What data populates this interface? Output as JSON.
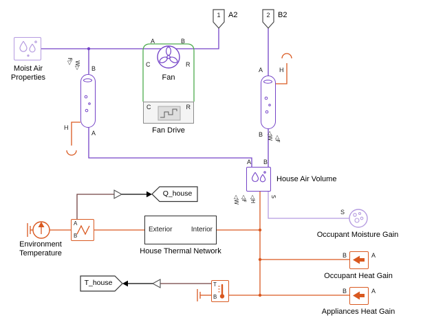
{
  "colors": {
    "moist_air": "#7342c7",
    "moist_air_light": "#b49ae0",
    "thermal": "#d9581f",
    "mechanical_rotational": "#4cab4c",
    "physical_signal": "#704040",
    "signal": "#000000"
  },
  "ports": {
    "a2": {
      "number": "1",
      "label": "A2"
    },
    "b2": {
      "number": "2",
      "label": "B2"
    }
  },
  "blocks": {
    "moist_air_properties": {
      "label": "Moist Air\nProperties"
    },
    "fan": {
      "label": "Fan",
      "port_a": "A",
      "port_b": "B",
      "port_c": "C",
      "port_r": "R"
    },
    "fan_drive": {
      "label": "Fan Drive",
      "port_c": "C",
      "port_r": "R"
    },
    "supply_pipe": {
      "port_b": "B",
      "port_a": "A",
      "port_h": "H",
      "port_f": "F▷",
      "port_w": "W▷"
    },
    "return_pipe": {
      "port_a": "A",
      "port_b": "B",
      "port_h": "H",
      "port_w": "◁W",
      "port_f": "◁F"
    },
    "house_air_volume": {
      "label": "House Air Volume",
      "port_a": "A",
      "port_b": "B",
      "port_w": "◁W",
      "port_f": "◁F",
      "port_h": "◁H",
      "port_s": "S"
    },
    "q_house_tag": {
      "label": "Q_house"
    },
    "t_house_tag": {
      "label": "T_house"
    },
    "environment_temperature": {
      "label": "Environment\nTemperature"
    },
    "heat_flow_sensor": {
      "port_a": "A",
      "port_b": "B"
    },
    "house_thermal_network": {
      "label": "House Thermal Network",
      "left_port": "Exterior",
      "right_port": "Interior"
    },
    "occupant_moisture_gain": {
      "label": "Occupant Moisture Gain",
      "port_s": "S"
    },
    "occupant_heat_gain": {
      "label": "Occupant Heat Gain",
      "port_b": "B",
      "port_a": "A"
    },
    "appliances_heat_gain": {
      "label": "Appliances Heat Gain",
      "port_b": "B",
      "port_a": "A"
    },
    "temperature_sensor": {
      "port_t": "T",
      "port_b": "B"
    }
  }
}
